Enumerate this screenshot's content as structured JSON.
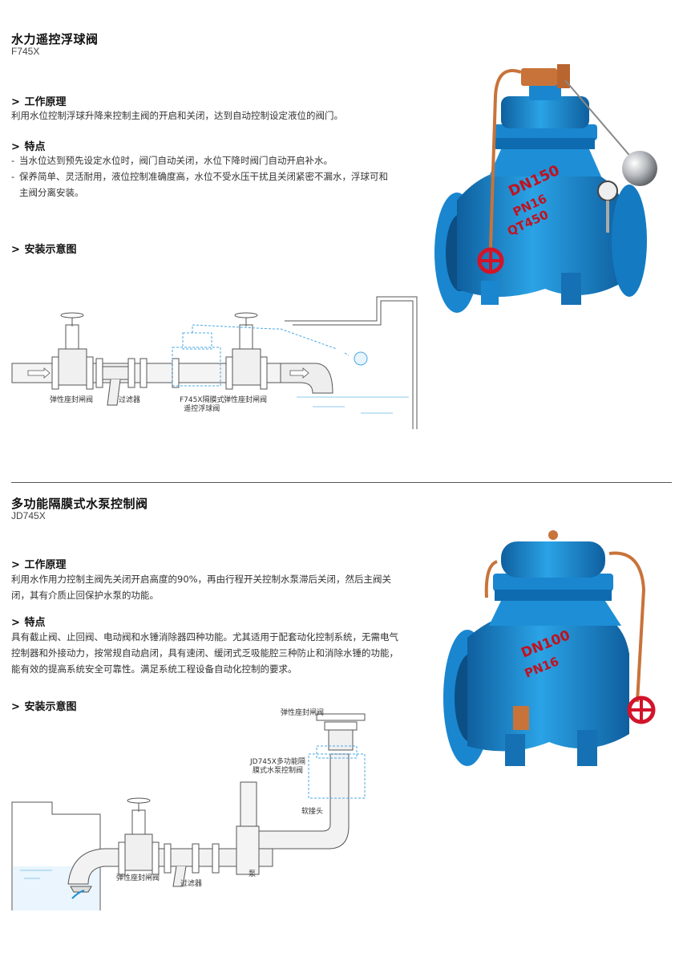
{
  "section1": {
    "title": "水力遥控浮球阀",
    "model": "F745X",
    "principle_heading": "工作原理",
    "principle_text": "利用水位控制浮球升降来控制主阀的开启和关闭，达到自动控制设定液位的阀门。",
    "features_heading": "特点",
    "features": [
      "当水位达到预先设定水位时，阀门自动关闭，水位下降时阀门自动开启补水。",
      "保养简单、灵活耐用，液位控制准确度高，水位不受水压干扰且关闭紧密不漏水，浮球可和主阀分离安装。"
    ],
    "diagram_heading": "安装示意图",
    "diagram_labels": {
      "gate_valve_1": "弹性座封闸阀",
      "filter": "过滤器",
      "float_valve_line1": "F745X隔膜式",
      "float_valve_line2": "遥控浮球阀",
      "gate_valve_2": "弹性座封闸阀"
    },
    "product_marks": {
      "dn": "DN150",
      "pn": "PN16",
      "material": "QT450"
    }
  },
  "section2": {
    "title": "多功能隔膜式水泵控制阀",
    "model": "JD745X",
    "principle_heading": "工作原理",
    "principle_text": "利用水作用力控制主阀先关闭开启高度的90%，再由行程开关控制水泵滞后关闭，然后主阀关闭，其有介质止回保护水泵的功能。",
    "features_heading": "特点",
    "features_text": "具有截止阀、止回阀、电动阀和水锤消除器四种功能。尤其适用于配套动化控制系统，无需电气控制器和外接动力，按常规自动启闭，具有速闭、缓闭式乏吸能腔三种防止和消除水锤的功能，能有效的提高系统安全可靠性。满足系统工程设备自动化控制的要求。",
    "diagram_heading": "安装示意图",
    "diagram_labels": {
      "gate_valve_top": "弹性座封闸阀",
      "control_valve_line1": "JD745X多功能隔",
      "control_valve_line2": "膜式水泵控制阀",
      "soft_joint": "软接头",
      "pump": "泵",
      "gate_valve": "弹性座封闸阀",
      "filter": "过滤器"
    },
    "product_marks": {
      "dn": "DN100",
      "pn": "PN16"
    }
  },
  "colors": {
    "valve_blue": "#1e8fd6",
    "valve_dark": "#0f5f9e",
    "copper": "#c8733a",
    "handwheel_red": "#d2142a",
    "divider": "#555555"
  },
  "icons": [
    "chevron-right-icon",
    "float-valve-photo",
    "pump-control-valve-photo",
    "installation-diagram"
  ]
}
